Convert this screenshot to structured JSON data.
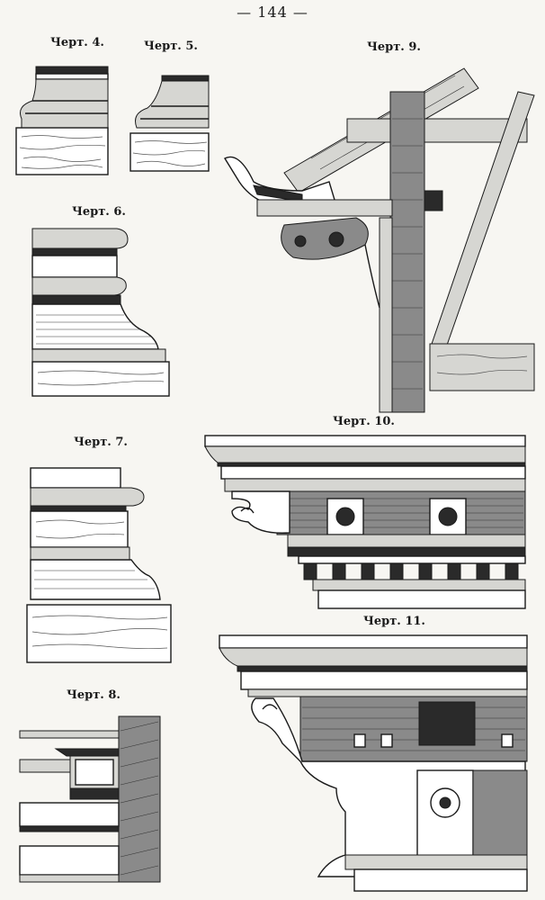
{
  "page": {
    "number": "— 144 —"
  },
  "figures": [
    {
      "id": "fig4",
      "caption": "Черт. 4."
    },
    {
      "id": "fig5",
      "caption": "Черт. 5."
    },
    {
      "id": "fig6",
      "caption": "Черт. 6."
    },
    {
      "id": "fig7",
      "caption": "Черт. 7."
    },
    {
      "id": "fig8",
      "caption": "Черт. 8."
    },
    {
      "id": "fig9",
      "caption": "Черт. 9."
    },
    {
      "id": "fig10",
      "caption": "Черт. 10."
    },
    {
      "id": "fig11",
      "caption": "Черт. 11."
    }
  ]
}
